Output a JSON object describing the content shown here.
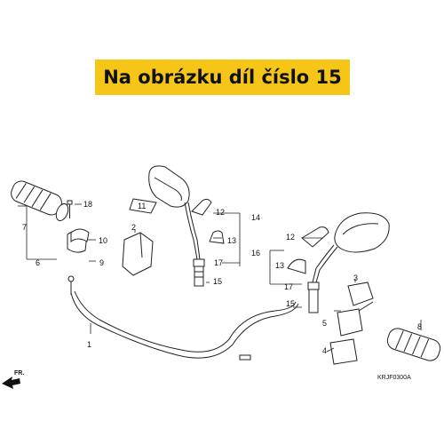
{
  "banner": {
    "text": "Na obrázku díl číslo 15",
    "background": "#f5c518"
  },
  "diagram": {
    "code": "KRJF0300A",
    "direction_label": "FR.",
    "callouts": [
      "1",
      "2",
      "3",
      "4",
      "5",
      "6",
      "7",
      "8",
      "9",
      "10",
      "11",
      "12",
      "12",
      "13",
      "13",
      "14",
      "15",
      "15",
      "16",
      "17",
      "17",
      "18"
    ]
  }
}
